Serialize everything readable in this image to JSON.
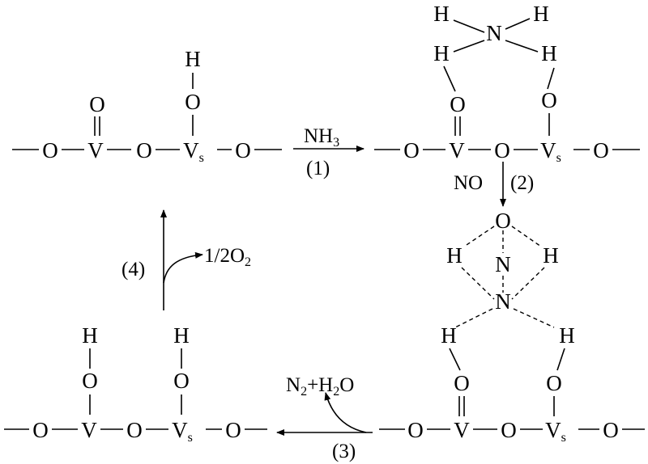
{
  "diagram": {
    "atoms": {
      "O": "O",
      "V": "V",
      "H": "H",
      "N": "N",
      "V_s_base": "V",
      "V_s_sub": "s"
    },
    "step_labels": {
      "step1": "(1)",
      "step2": "(2)",
      "step3": "(3)",
      "step4": "(4)"
    },
    "reagents": {
      "nh3_base": "NH",
      "nh3_sub": "3",
      "no": "NO",
      "half_o2_base": "1/2O",
      "half_o2_sub": "2",
      "n2_base": "N",
      "n2_sub": "2",
      "h2o_plus_h": "+H",
      "h2o_sub": "2",
      "h2o_o": "O"
    }
  }
}
